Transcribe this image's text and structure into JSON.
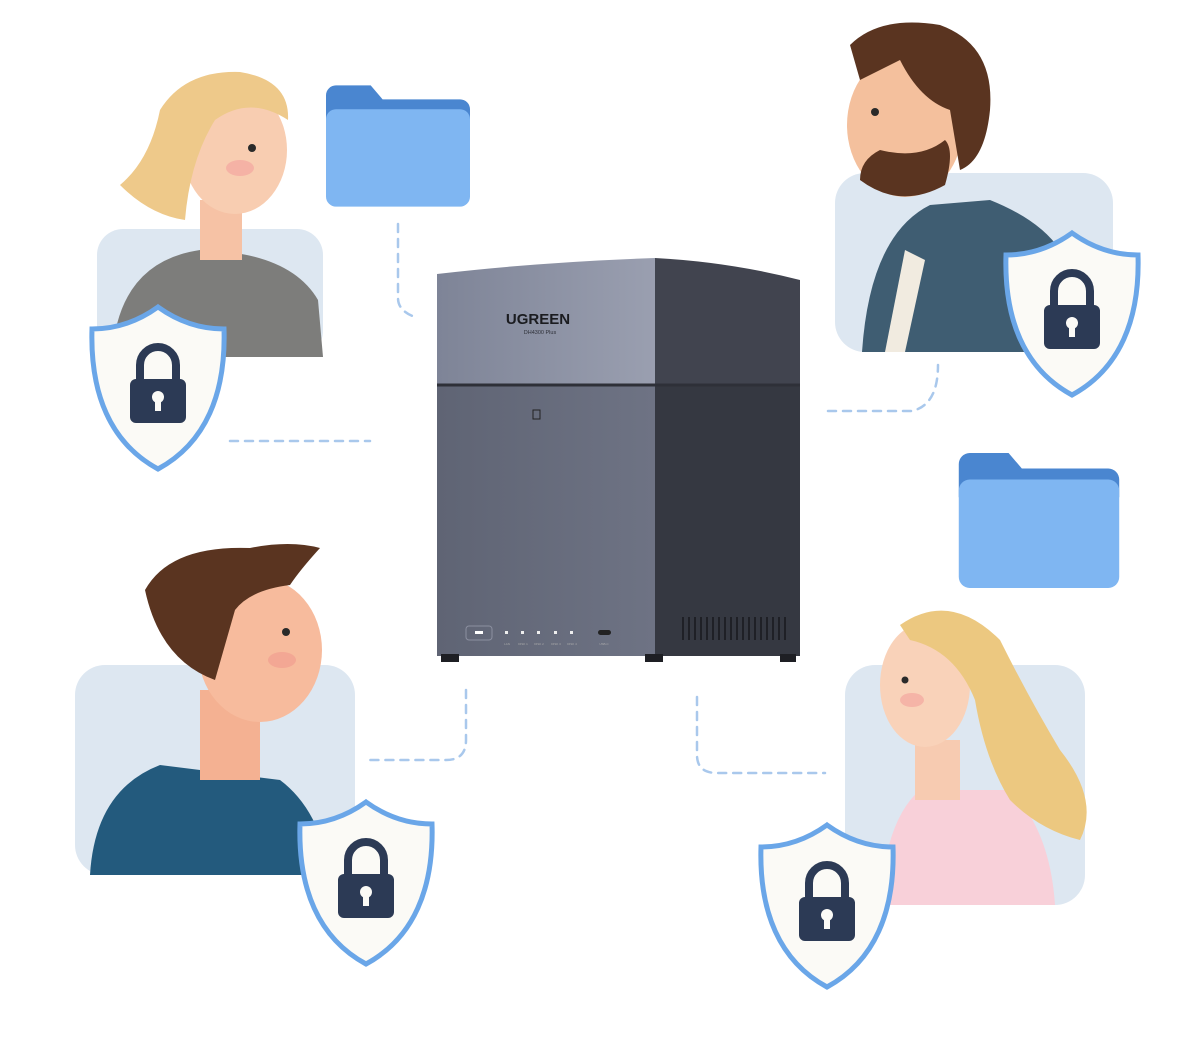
{
  "device": {
    "brand": "UGREEN",
    "model": "DH4300 Plus",
    "port_labels": [
      "LAN",
      "DISK 1",
      "DISK 2",
      "DISK 3",
      "DISK 4",
      "USB-C"
    ]
  },
  "colors": {
    "card": "#dde7f1",
    "shield_stroke": "#6aa6e8",
    "lock": "#2c3a55",
    "folder": "#7fb6f2",
    "folder_tab": "#4a86d0",
    "connector": "#a9c8ec"
  },
  "users": [
    {
      "name": "user-blonde-woman",
      "icon": "lock-icon"
    },
    {
      "name": "user-bearded-man",
      "icon": "lock-icon"
    },
    {
      "name": "user-young-man",
      "icon": "lock-icon"
    },
    {
      "name": "user-curly-woman",
      "icon": "lock-icon"
    }
  ]
}
